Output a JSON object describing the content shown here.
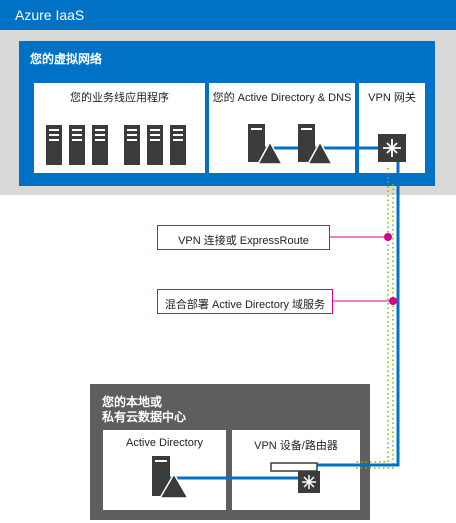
{
  "azure": {
    "title": "Azure IaaS"
  },
  "vnet": {
    "title": "您的虚拟网络",
    "boxes": {
      "lob": "您的业务线应用程序",
      "ad_dns": "您的 Active Directory & DNS",
      "vpn_gw": "VPN 网关"
    }
  },
  "connections": {
    "vpn": "VPN 连接或 ExpressRoute",
    "hybrid": "混合部署 Active Directory 域服务"
  },
  "onprem": {
    "title_line1": "您的本地或",
    "title_line2": "私有云数据中心",
    "boxes": {
      "ad": "Active Directory",
      "vpn_device": "VPN 设备/路由器"
    }
  },
  "colors": {
    "azure_blue": "#0072c6",
    "gray_bg": "#d9d9d9",
    "dark_gray": "#5e5e5e",
    "icon_dark": "#3b3b3b",
    "callout_pink": "#d6008c",
    "dotted_green": "#7fba00"
  },
  "icons": [
    "server-icon",
    "server-triangle-icon",
    "router-icon",
    "vpn-device-icon"
  ]
}
